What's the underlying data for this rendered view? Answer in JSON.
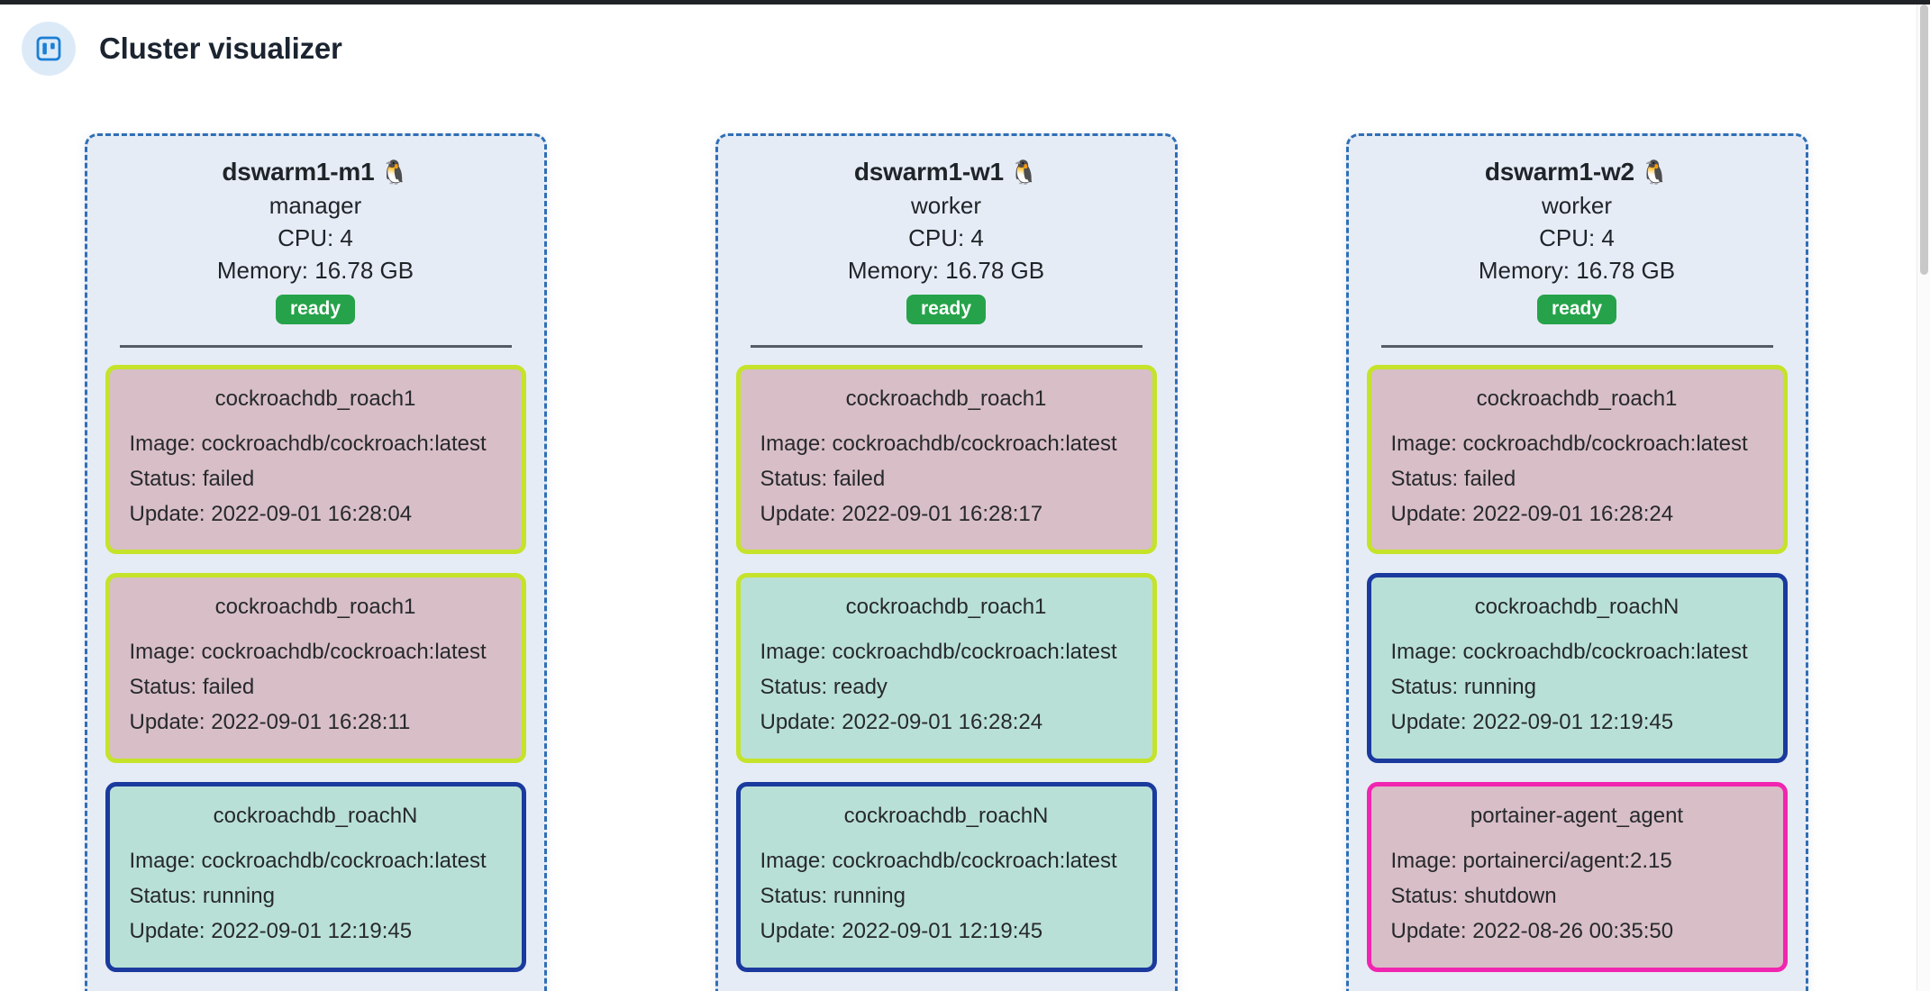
{
  "header": {
    "icon": "kanban-board-icon",
    "title": "Cluster visualizer"
  },
  "theme": {
    "panel_bg": "#e6ecf5",
    "panel_border": "#2f6fb5",
    "badge_ready_bg": "#26a34a",
    "badge_text": "#ffffff",
    "divider": "#555c63",
    "header_icon_bg": "#dceaf8",
    "header_icon_fg": "#1b7fd4",
    "card_failed_bg": "#d8bec6",
    "card_failed_border": "#c4e32a",
    "card_ready_bg": "#b9e0d7",
    "card_ready_border": "#c4e32a",
    "card_running_bg": "#b9e0d7",
    "card_running_border": "#1a3a9e",
    "card_shutdown_bg": "#d8bec6",
    "card_shutdown_border": "#f026b0"
  },
  "nodes": [
    {
      "name": "dswarm1-m1",
      "os_icon": "🐧",
      "role": "manager",
      "cpu": "CPU: 4",
      "memory": "Memory: 16.78 GB",
      "status_badge": "ready",
      "tasks": [
        {
          "name": "cockroachdb_roach1",
          "image": "Image: cockroachdb/cockroach:latest",
          "status": "Status: failed",
          "update": "Update: 2022-09-01 16:28:04",
          "state": "failed"
        },
        {
          "name": "cockroachdb_roach1",
          "image": "Image: cockroachdb/cockroach:latest",
          "status": "Status: failed",
          "update": "Update: 2022-09-01 16:28:11",
          "state": "failed"
        },
        {
          "name": "cockroachdb_roachN",
          "image": "Image: cockroachdb/cockroach:latest",
          "status": "Status: running",
          "update": "Update: 2022-09-01 12:19:45",
          "state": "running"
        }
      ]
    },
    {
      "name": "dswarm1-w1",
      "os_icon": "🐧",
      "role": "worker",
      "cpu": "CPU: 4",
      "memory": "Memory: 16.78 GB",
      "status_badge": "ready",
      "tasks": [
        {
          "name": "cockroachdb_roach1",
          "image": "Image: cockroachdb/cockroach:latest",
          "status": "Status: failed",
          "update": "Update: 2022-09-01 16:28:17",
          "state": "failed"
        },
        {
          "name": "cockroachdb_roach1",
          "image": "Image: cockroachdb/cockroach:latest",
          "status": "Status: ready",
          "update": "Update: 2022-09-01 16:28:24",
          "state": "ready"
        },
        {
          "name": "cockroachdb_roachN",
          "image": "Image: cockroachdb/cockroach:latest",
          "status": "Status: running",
          "update": "Update: 2022-09-01 12:19:45",
          "state": "running"
        }
      ]
    },
    {
      "name": "dswarm1-w2",
      "os_icon": "🐧",
      "role": "worker",
      "cpu": "CPU: 4",
      "memory": "Memory: 16.78 GB",
      "status_badge": "ready",
      "tasks": [
        {
          "name": "cockroachdb_roach1",
          "image": "Image: cockroachdb/cockroach:latest",
          "status": "Status: failed",
          "update": "Update: 2022-09-01 16:28:24",
          "state": "failed"
        },
        {
          "name": "cockroachdb_roachN",
          "image": "Image: cockroachdb/cockroach:latest",
          "status": "Status: running",
          "update": "Update: 2022-09-01 12:19:45",
          "state": "running"
        },
        {
          "name": "portainer-agent_agent",
          "image": "Image: portainerci/agent:2.15",
          "status": "Status: shutdown",
          "update": "Update: 2022-08-26 00:35:50",
          "state": "shutdown"
        }
      ]
    }
  ]
}
